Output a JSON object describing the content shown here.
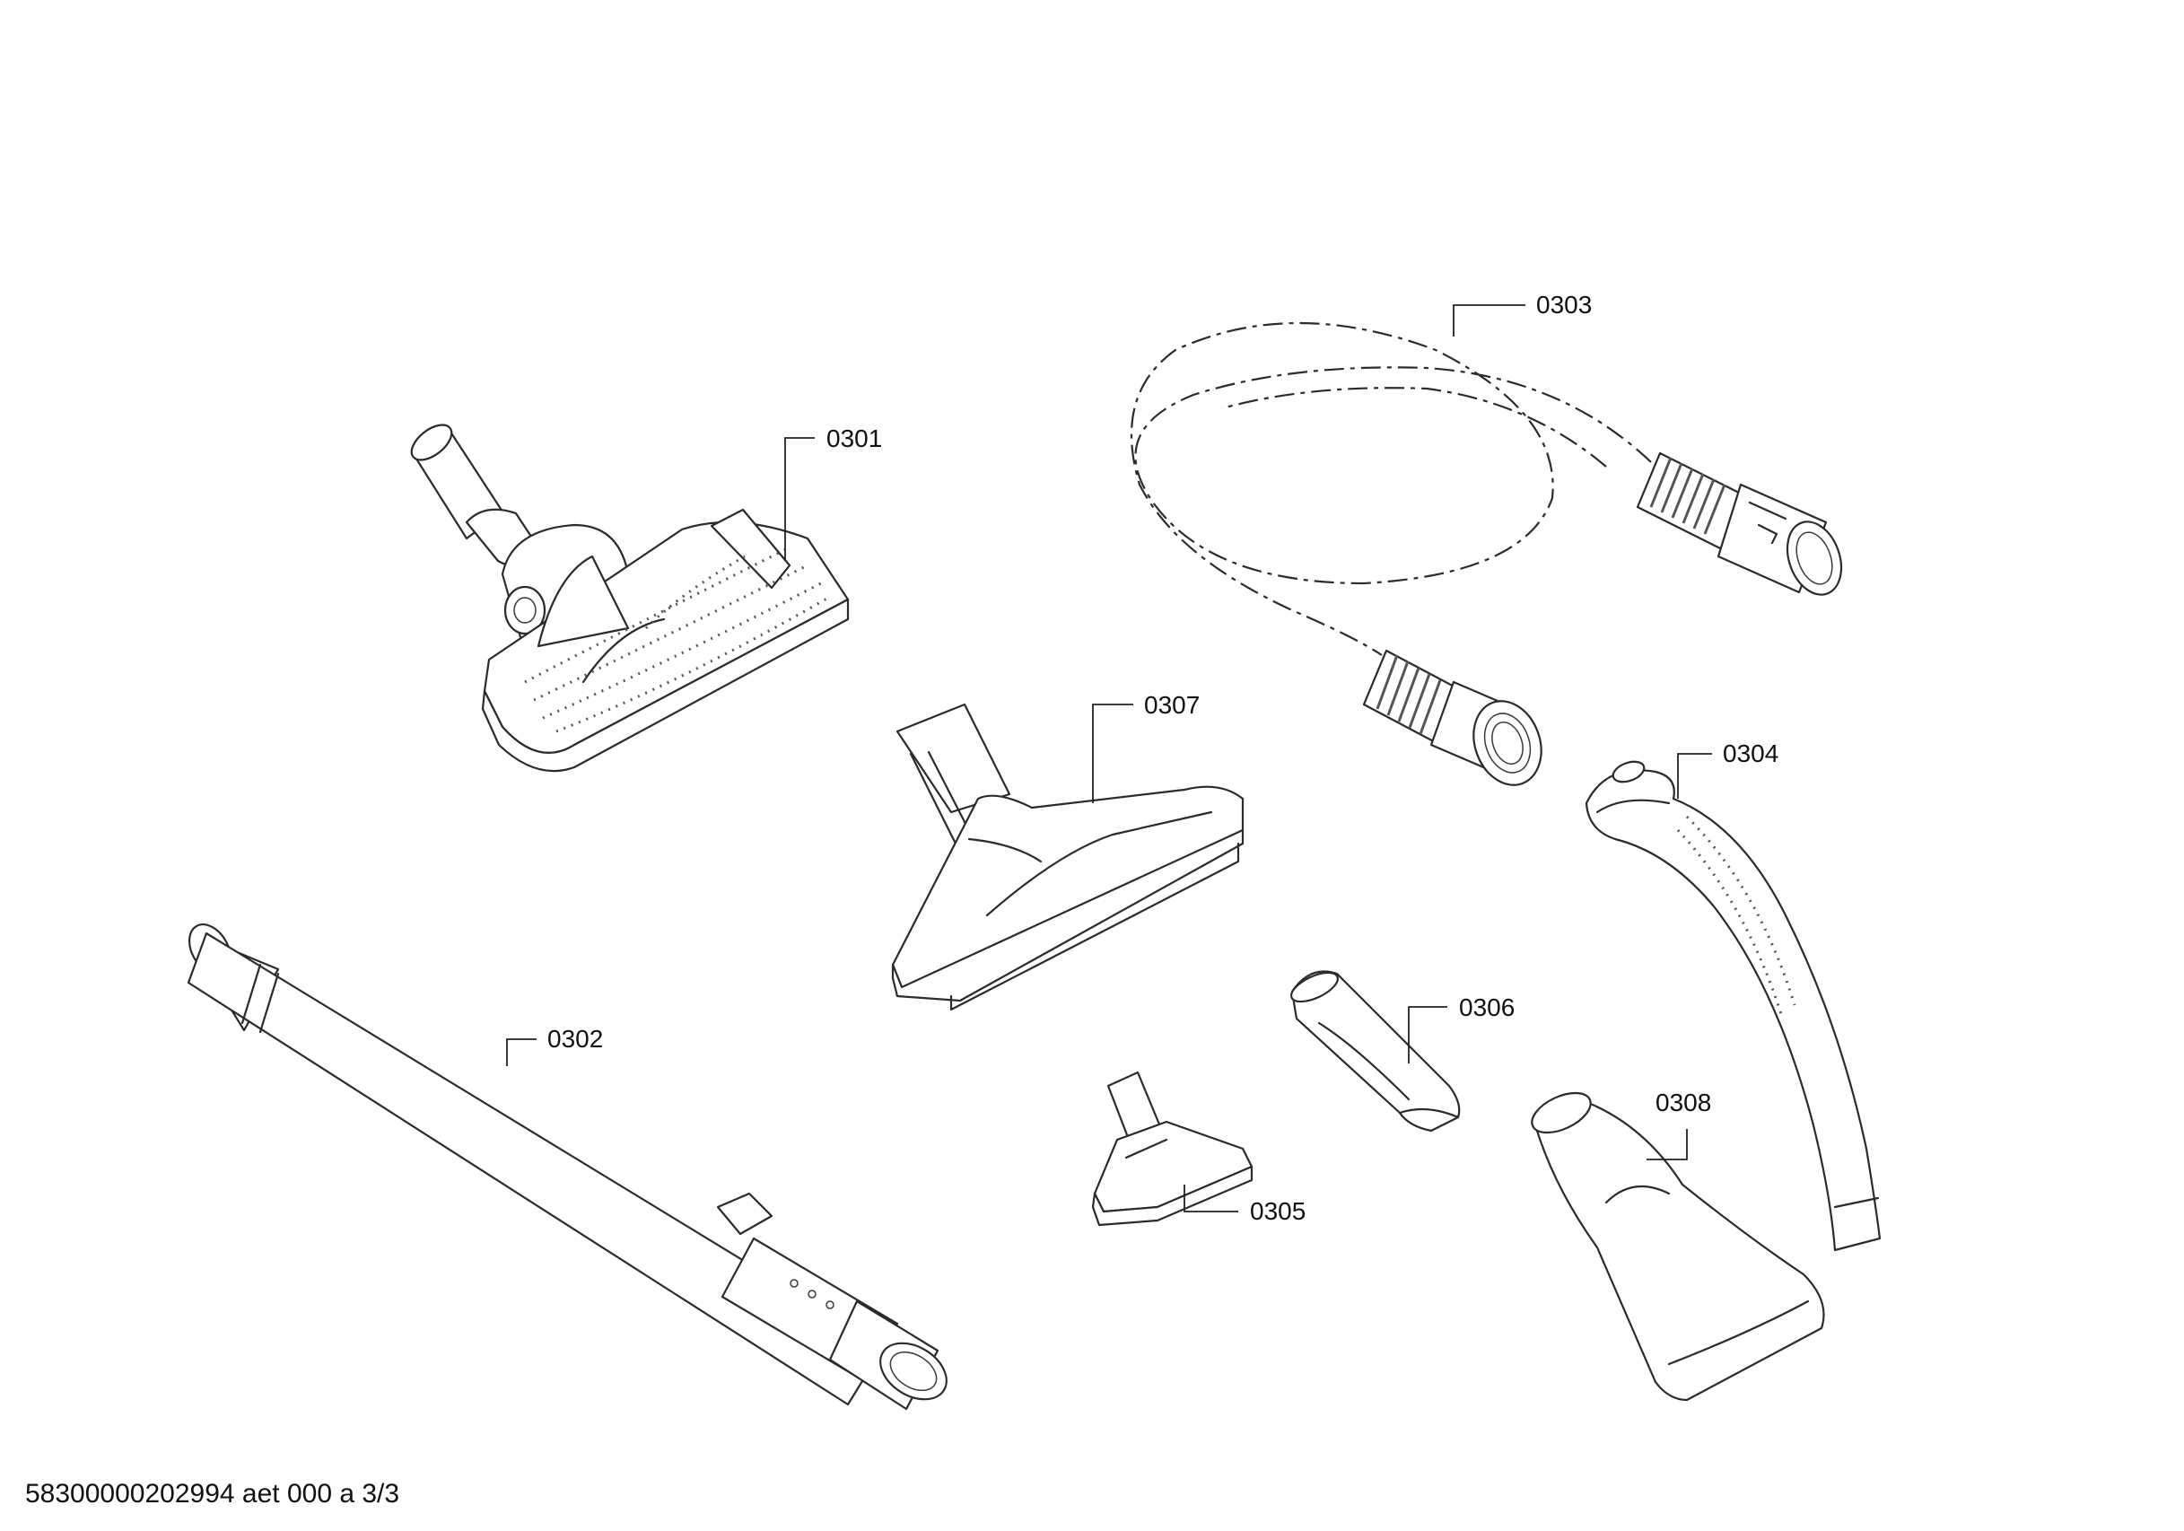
{
  "parts": [
    {
      "id": "0301",
      "label": "0301"
    },
    {
      "id": "0302",
      "label": "0302"
    },
    {
      "id": "0303",
      "label": "0303"
    },
    {
      "id": "0304",
      "label": "0304"
    },
    {
      "id": "0305",
      "label": "0305"
    },
    {
      "id": "0306",
      "label": "0306"
    },
    {
      "id": "0307",
      "label": "0307"
    },
    {
      "id": "0308",
      "label": "0308"
    }
  ],
  "footer": {
    "text": "58300000202994 aet 000 a 3/3"
  }
}
